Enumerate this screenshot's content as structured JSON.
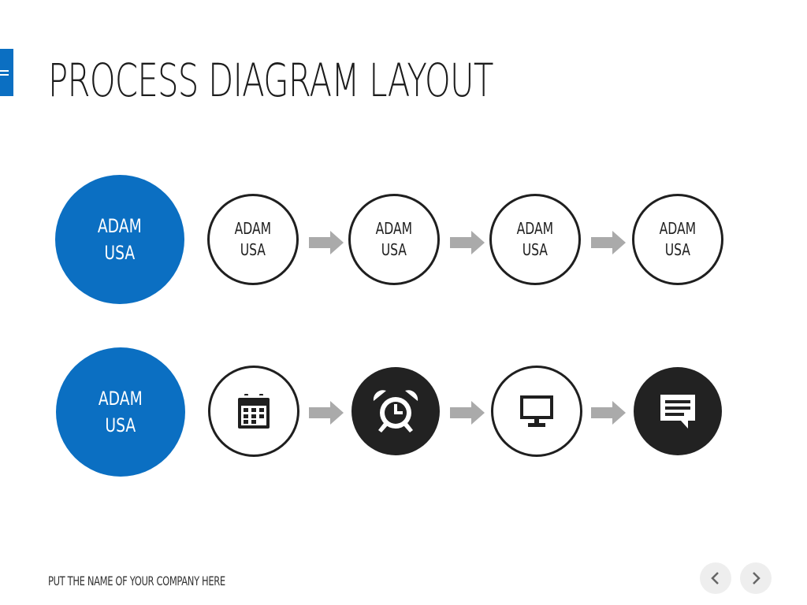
{
  "title": "PROCESS DIAGRAM LAYOUT",
  "footer": "PUT THE NAME OF YOUR COMPANY HERE",
  "colors": {
    "accent": "#0b6fc2",
    "dark": "#222222",
    "arrow": "#aaaaaa"
  },
  "row1": {
    "main": {
      "line1": "ADAM",
      "line2": "USA"
    },
    "steps": [
      {
        "line1": "ADAM",
        "line2": "USA"
      },
      {
        "line1": "ADAM",
        "line2": "USA"
      },
      {
        "line1": "ADAM",
        "line2": "USA"
      },
      {
        "line1": "ADAM",
        "line2": "USA"
      }
    ]
  },
  "row2": {
    "main": {
      "line1": "ADAM",
      "line2": "USA"
    },
    "steps": [
      {
        "icon": "calendar-icon"
      },
      {
        "icon": "alarm-clock-icon"
      },
      {
        "icon": "monitor-icon"
      },
      {
        "icon": "chat-icon"
      }
    ]
  },
  "nav": {
    "prev_icon": "chevron-left-icon",
    "next_icon": "chevron-right-icon"
  }
}
